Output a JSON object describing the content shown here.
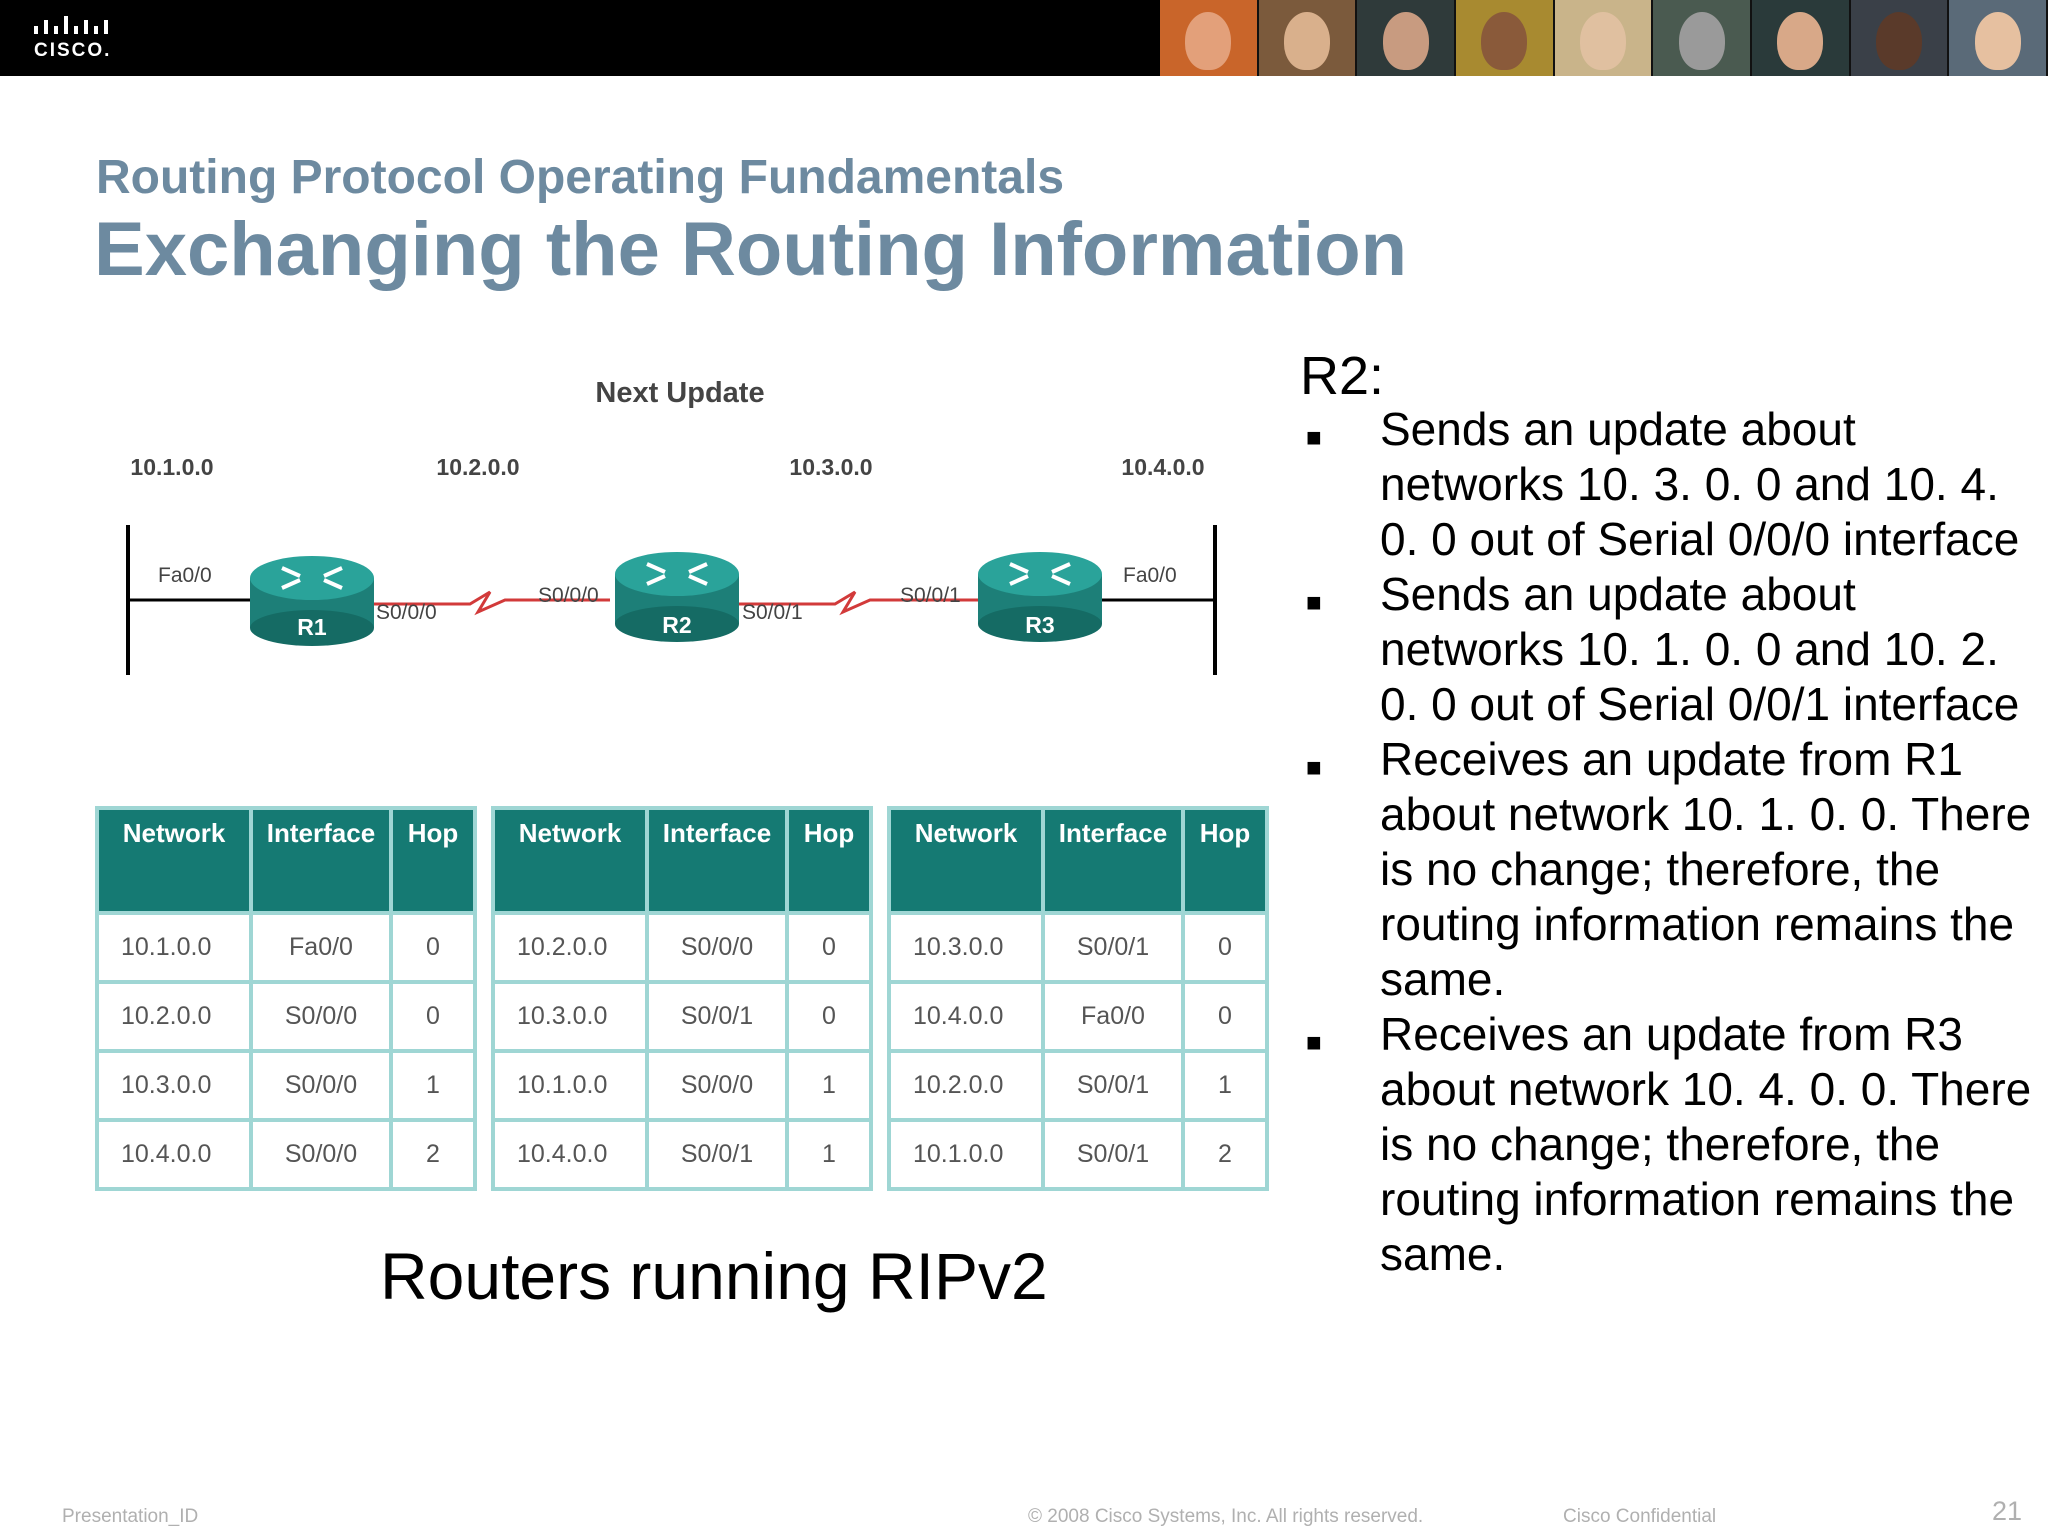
{
  "header": {
    "logo_text": "CISCO."
  },
  "slide": {
    "subtitle": "Routing Protocol Operating Fundamentals",
    "title": "Exchanging the Routing Information"
  },
  "diagram": {
    "heading": "Next Update",
    "networks": [
      "10.1.0.0",
      "10.2.0.0",
      "10.3.0.0",
      "10.4.0.0"
    ],
    "routers": [
      "R1",
      "R2",
      "R3"
    ],
    "interfaces": {
      "r1_left": "Fa0/0",
      "r1_right": "S0/0/0",
      "r2_left": "S0/0/0",
      "r2_right": "S0/0/1",
      "r3_left": "S0/0/1",
      "r3_right": "Fa0/0"
    },
    "colors": {
      "router": "#1d8a83",
      "serial_link": "#d23a3a"
    }
  },
  "tables": [
    {
      "headers": [
        "Network",
        "Interface",
        "Hop"
      ],
      "rows": [
        [
          "10.1.0.0",
          "Fa0/0",
          "0"
        ],
        [
          "10.2.0.0",
          "S0/0/0",
          "0"
        ],
        [
          "10.3.0.0",
          "S0/0/0",
          "1"
        ],
        [
          "10.4.0.0",
          "S0/0/0",
          "2"
        ]
      ]
    },
    {
      "headers": [
        "Network",
        "Interface",
        "Hop"
      ],
      "rows": [
        [
          "10.2.0.0",
          "S0/0/0",
          "0"
        ],
        [
          "10.3.0.0",
          "S0/0/1",
          "0"
        ],
        [
          "10.1.0.0",
          "S0/0/0",
          "1"
        ],
        [
          "10.4.0.0",
          "S0/0/1",
          "1"
        ]
      ]
    },
    {
      "headers": [
        "Network",
        "Interface",
        "Hop"
      ],
      "rows": [
        [
          "10.3.0.0",
          "S0/0/1",
          "0"
        ],
        [
          "10.4.0.0",
          "Fa0/0",
          "0"
        ],
        [
          "10.2.0.0",
          "S0/0/1",
          "1"
        ],
        [
          "10.1.0.0",
          "S0/0/1",
          "2"
        ]
      ]
    }
  ],
  "caption": "Routers running RIPv2",
  "notes": {
    "heading": "R2:",
    "bullets": [
      "Sends an update about networks 10. 3. 0. 0 and 10. 4. 0. 0 out of Serial 0/0/0 interface",
      "Sends an update about networks 10. 1. 0. 0 and 10. 2. 0. 0 out of Serial 0/0/1 interface",
      "Receives an update from R1 about network 10. 1. 0. 0. There is no change; therefore, the routing information remains the same.",
      "Receives an update from R3 about network 10. 4. 0. 0. There is no change; therefore, the routing information remains the same."
    ]
  },
  "footer": {
    "presentation_id": "Presentation_ID",
    "copyright": "© 2008 Cisco Systems, Inc. All rights reserved.",
    "confidential": "Cisco Confidential",
    "page_number": "21"
  },
  "theme": {
    "title_color": "#6d8aa0",
    "table_header": "#157a73",
    "table_border": "#9fd6d4"
  }
}
